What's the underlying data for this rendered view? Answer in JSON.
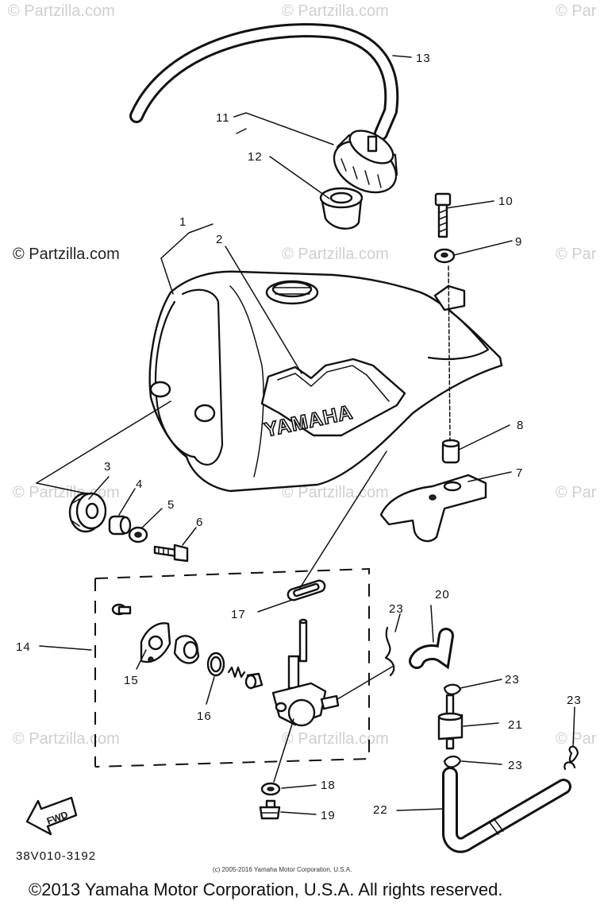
{
  "watermark": "© Partzilla.com",
  "watermark_edge": "© Par",
  "tank_brand": "YAMAHA",
  "fwd_label": "FWD",
  "drawing_code": "38V010-3192",
  "small_copyright": "(c) 2005-2016 Yamaha Motor Corporation, U.S.A.",
  "footer_copyright": "©2013 Yamaha Motor Corporation, U.S.A. All rights reserved.",
  "callouts": [
    "1",
    "2",
    "3",
    "4",
    "5",
    "6",
    "7",
    "8",
    "9",
    "10",
    "11",
    "12",
    "13",
    "14",
    "15",
    "16",
    "17",
    "18",
    "19",
    "20",
    "21",
    "22",
    "23"
  ]
}
